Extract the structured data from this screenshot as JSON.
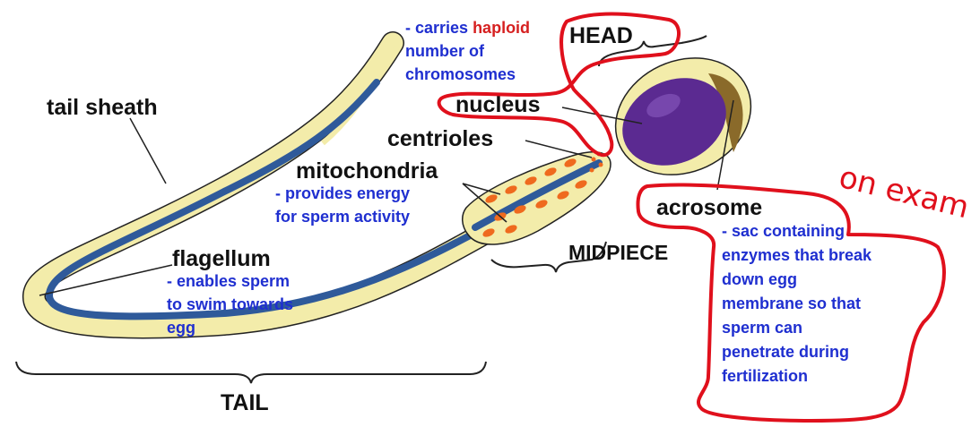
{
  "labels": {
    "tail_sheath": "tail sheath",
    "nucleus": "nucleus",
    "centrioles": "centrioles",
    "mitochondria": "mitochondria",
    "flagellum": "flagellum",
    "acrosome": "acrosome",
    "head": "HEAD",
    "midpiece": "MIDPIECE",
    "tail": "TAIL"
  },
  "notes": {
    "haploid": {
      "line1_pre": "- carries ",
      "line1_highlight": "haploid",
      "line2": "number of",
      "line3": "chromosomes"
    },
    "mitochondria": {
      "line1": "- provides energy",
      "line2": "for sperm activity"
    },
    "flagellum": {
      "line1": "- enables sperm",
      "line2": "to swim towards",
      "line3": "egg"
    },
    "acrosome": {
      "lines": [
        "- sac containing",
        "enzymes that break",
        "down egg",
        "membrane so that",
        "sperm can",
        "penetrate during",
        "fertilization"
      ]
    }
  },
  "handwriting": {
    "text": "on exam"
  },
  "colors": {
    "note_text": "#1f2fd0",
    "highlight": "#d62020",
    "annotation": "#e0101c",
    "sheath": "#f3ecaa",
    "axial": "#2f5a9a",
    "nucleus": "#5b2a91",
    "acrosome": "#8a6a2a",
    "mitochondria": "#ef6a1e"
  }
}
